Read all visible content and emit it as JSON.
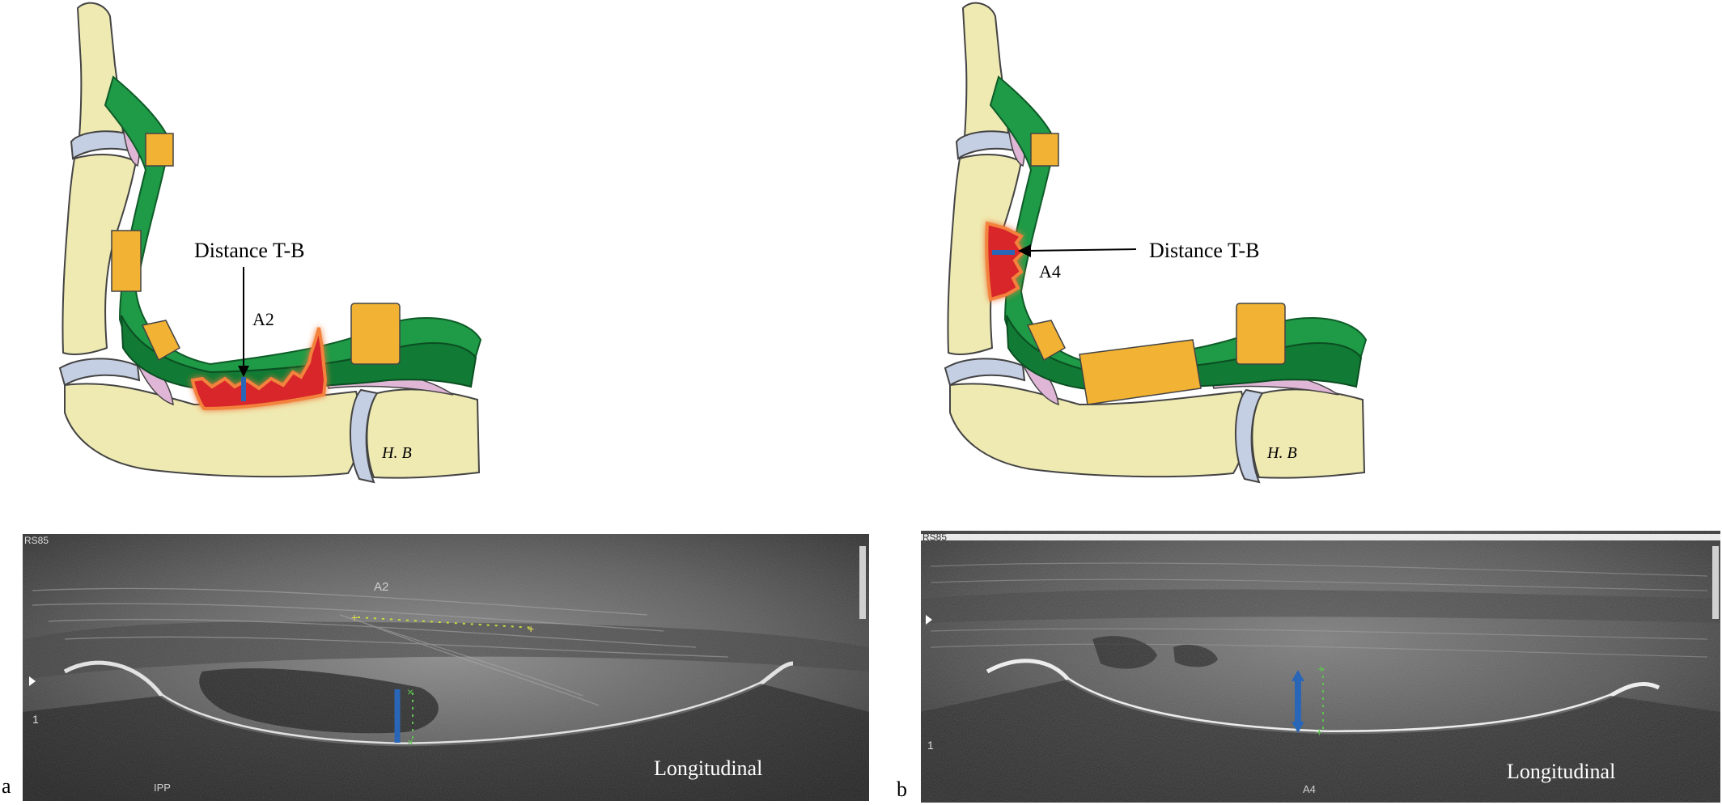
{
  "figure": {
    "panel_a": {
      "letter": "a",
      "diagram": {
        "distance_label": "Distance T-B",
        "pulley_label": "A2",
        "bone_label": "H. B"
      },
      "ultrasound": {
        "top_tag": "RS85",
        "pulley_tag": "A2",
        "depth_tick": "1",
        "bottom_tag": "IPP",
        "view_label": "Longitudinal"
      }
    },
    "panel_b": {
      "letter": "b",
      "diagram": {
        "distance_label": "Distance T-B",
        "pulley_label": "A4",
        "bone_label": "H. B"
      },
      "ultrasound": {
        "top_tag": "RS85",
        "depth_tick": "1",
        "bottom_tag": "A4",
        "view_label": "Longitudinal"
      }
    },
    "colors": {
      "bone": "#efeab2",
      "tendon": "#1f9a46",
      "tendon_dark": "#117a34",
      "pulley": "#f2b233",
      "lesion": "#d8262a",
      "cartilage": "#c5cfe3",
      "plate": "#dfb6d6",
      "measure": "#2a66b8"
    }
  }
}
